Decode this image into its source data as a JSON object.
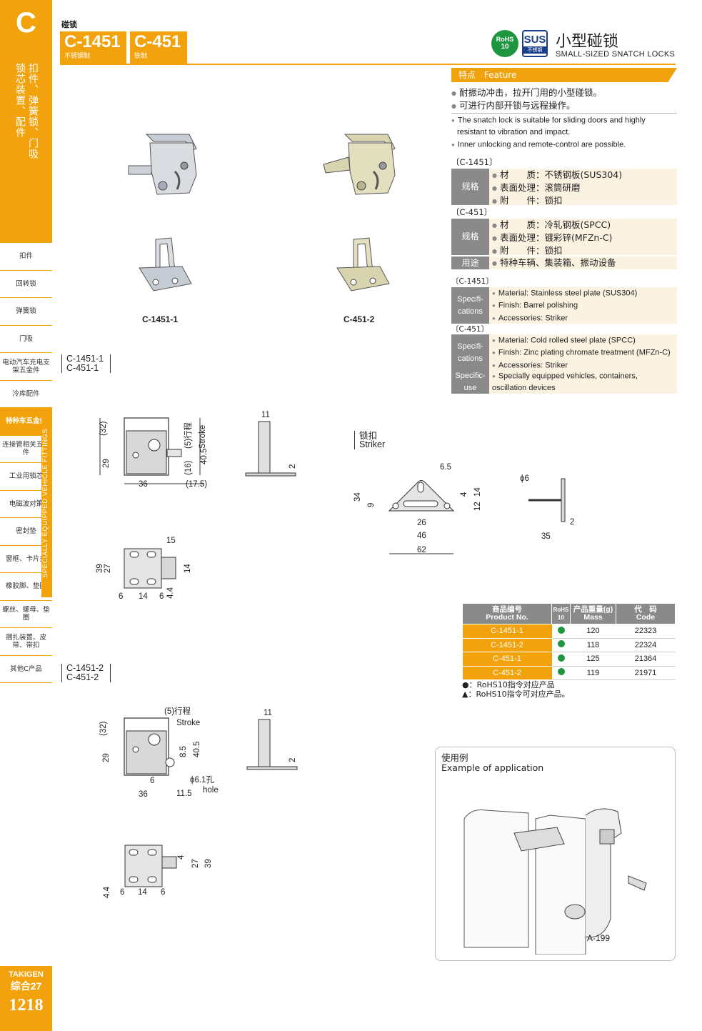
{
  "sidebar": {
    "letter": "C",
    "vertical_title_1": "扣件、弹簧锁、门吸",
    "vertical_title_2": "锁芯装置、配件",
    "items": [
      {
        "label": "扣件",
        "active": false
      },
      {
        "label": "回转锁",
        "active": false
      },
      {
        "label": "弹簧锁",
        "active": false
      },
      {
        "label": "门吸",
        "active": false
      },
      {
        "label": "电动汽车充电支架五金件",
        "active": false
      },
      {
        "label": "冷库配件",
        "active": false
      },
      {
        "label": "特种车五金件",
        "active": true
      },
      {
        "label": "连接管相关五金件",
        "active": false
      },
      {
        "label": "工业用锁芯",
        "active": false
      },
      {
        "label": "电磁波对策",
        "active": false
      },
      {
        "label": "密封垫",
        "active": false
      },
      {
        "label": "窗框、卡片夹",
        "active": false
      },
      {
        "label": "橡胶脚、垫圈",
        "active": false
      },
      {
        "label": "螺丝、螺母、垫圈",
        "active": false
      },
      {
        "label": "捆扎装置、皮带、带扣",
        "active": false
      },
      {
        "label": "其他C产品",
        "active": false
      }
    ],
    "vertical_band": "SPECIALLY EQUIPPED VEHICLE FITTINGS",
    "brand": "TAKIGEN",
    "section": "综合27",
    "page_number": "1218"
  },
  "header": {
    "category": "碰锁",
    "models": [
      {
        "name": "C-1451",
        "material": "不锈钢制"
      },
      {
        "name": "C-451",
        "material": "铁制"
      }
    ],
    "rohs_badge": {
      "line1": "RoHS",
      "line2": "10"
    },
    "sus_badge": {
      "line1": "SUS",
      "line2": "不锈钢"
    },
    "title_cn": "小型碰锁",
    "title_en": "SMALL-SIZED SNATCH LOCKS"
  },
  "feature": {
    "label": "特点　Feature",
    "cn": [
      "耐振动冲击，拉开门用的小型碰锁。",
      "可进行内部开锁与远程操作。"
    ],
    "en": [
      "The snatch lock is suitable for sliding doors and highly resistant to vibration and impact.",
      "Inner unlocking and remote-control are possible."
    ]
  },
  "specs_cn": {
    "c1451_label": "〔C-1451〕",
    "c1451_head": "规格",
    "c1451_lines": [
      "材　　质：不锈钢板(SUS304)",
      "表面处理：滚筒研磨",
      "附　　件：锁扣"
    ],
    "c451_label": "〔C-451〕",
    "c451_head": "规格",
    "c451_lines": [
      "材　　质：冷轧钢板(SPCC)",
      "表面处理：镀彩锌(MFZn-C)",
      "附　　件：锁扣"
    ],
    "use_head": "用途",
    "use_lines": [
      "特种车辆、集装箱、振动设备"
    ]
  },
  "specs_en": {
    "c1451_label": "〔C-1451〕",
    "c1451_head": "Specifi-cations",
    "c1451_lines": [
      "Material: Stainless steel plate (SUS304)",
      "Finish: Barrel polishing",
      "Accessories: Striker"
    ],
    "c451_label": "〔C-451〕",
    "c451_head": "Specifi-cations",
    "c451_lines": [
      "Material: Cold rolled steel plate (SPCC)",
      "Finish: Zinc plating chromate treatment (MFZn-C)",
      "Accessories: Striker"
    ],
    "use_head": "Specific-use",
    "use_lines": [
      "Specially equipped vehicles, containers, oscillation devices"
    ]
  },
  "photos": {
    "label_left": "C-1451-1",
    "label_right": "C-451-2"
  },
  "variants": {
    "v1": [
      "C-1451-1",
      "C-451-1"
    ],
    "v2": [
      "C-1451-2",
      "C-451-2"
    ]
  },
  "drawings": {
    "d1": {
      "d32": "(32)",
      "d29": "29",
      "d36": "36",
      "d175": "(17.5)",
      "stroke_cn": "(5)行程",
      "stroke_en": "Stroke",
      "d16": "(16)",
      "d405": "40.5",
      "d11": "11",
      "d2": "2"
    },
    "d1_plan": {
      "d15": "15",
      "d39": "39",
      "d27": "27",
      "d14v": "14",
      "d6a": "6",
      "d14h": "14",
      "d6b": "6",
      "d44": "4.4"
    },
    "striker": {
      "label_cn": "锁扣",
      "label_en": "Striker",
      "d65": "6.5",
      "d34": "34",
      "d9": "9",
      "d4": "4",
      "d14": "14",
      "d12": "12",
      "d26": "26",
      "d46": "46",
      "d62": "62",
      "phi6": "ϕ6",
      "d2": "2",
      "d35": "35"
    },
    "d2": {
      "d32": "(32)",
      "d29": "29",
      "d36": "36",
      "d6": "6",
      "d115": "11.5",
      "stroke_cn": "(5)行程",
      "stroke_en": "Stroke",
      "d85": "8.5",
      "d405": "40.5",
      "hole_cn": "ϕ6.1孔",
      "hole_en": "hole",
      "d11": "11",
      "d2": "2"
    },
    "d2_plan": {
      "d4": "4",
      "d27": "27",
      "d39": "39",
      "d44": "4.4",
      "d6a": "6",
      "d14": "14",
      "d6b": "6"
    }
  },
  "table": {
    "headers": {
      "product_cn": "商品编号",
      "product_en": "Product No.",
      "rohs": "RoHS 10",
      "mass_cn": "产品重量(g)",
      "mass_en": "Mass",
      "code_cn": "代　码",
      "code_en": "Code"
    },
    "rows": [
      {
        "product": "C-1451-1",
        "rohs": "●",
        "mass": "120",
        "code": "22323"
      },
      {
        "product": "C-1451-2",
        "rohs": "●",
        "mass": "118",
        "code": "22324"
      },
      {
        "product": "C-451-1",
        "rohs": "●",
        "mass": "125",
        "code": "21364"
      },
      {
        "product": "C-451-2",
        "rohs": "●",
        "mass": "119",
        "code": "21971"
      }
    ],
    "legend": [
      "●：RoHS10指令对应产品",
      "▲：RoHS10指令可对应产品。"
    ]
  },
  "application": {
    "title_cn": "使用例",
    "title_en": "Example of application",
    "part_label": "A-199"
  },
  "colors": {
    "accent": "#f2a20c",
    "gray_head": "#8a8a8a",
    "rohs_green": "#1e9640",
    "sus_blue": "#1a3f8a"
  }
}
